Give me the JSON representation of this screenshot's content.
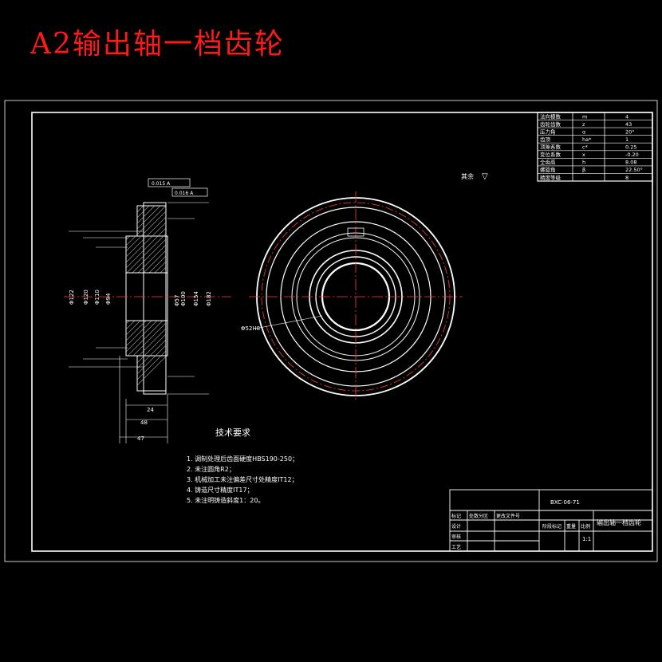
{
  "headline": "A2输出轴一档齿轮",
  "view_label": "其余",
  "roughness_symbol": "▽",
  "gear_table": [
    {
      "name": "法向模数",
      "sym": "m",
      "val": "4"
    },
    {
      "name": "齿轮齿数",
      "sym": "z",
      "val": "43"
    },
    {
      "name": "压力角",
      "sym": "α",
      "val": "20°"
    },
    {
      "name": "齿顶",
      "sym": "ha*",
      "val": "1"
    },
    {
      "name": "顶隙系数",
      "sym": "c*",
      "val": "0.25"
    },
    {
      "name": "变位系数",
      "sym": "x",
      "val": "-0.20"
    },
    {
      "name": "全齿高",
      "sym": "h",
      "val": "8.08"
    },
    {
      "name": "螺旋角",
      "sym": "β",
      "val": "22.50°"
    },
    {
      "name": "精度等级",
      "sym": "",
      "val": "8"
    }
  ],
  "tolerance_frames": [
    "0.015 A",
    "0.016 A"
  ],
  "dims_vertical": [
    "Φ122",
    "Φ120",
    "Φ110",
    "Φ94",
    "Φ57",
    "Φ100",
    "Φ154",
    "Φ182"
  ],
  "dims_horizontal": [
    "24",
    "48",
    "47"
  ],
  "callout_circle": "Φ52H8",
  "tech_title": "技术要求",
  "tech_notes": [
    "1. 调制处理后齿面硬度HBS190-250；",
    "2. 未注圆角R2；",
    "3. 机械加工未注偏差尺寸处精度IT12；",
    "4. 铸造尺寸精度IT17；",
    "5. 未注明铸造斜度1：20。"
  ],
  "title_block": {
    "drawing_no": "BXC-06-71",
    "part_name": "输出轴一档齿轮",
    "scale": "1:1",
    "cells": [
      "标记",
      "处数",
      "分区",
      "更改文件号",
      "设计",
      "审核",
      "工艺",
      "阶段标记",
      "重量",
      "比例"
    ]
  }
}
